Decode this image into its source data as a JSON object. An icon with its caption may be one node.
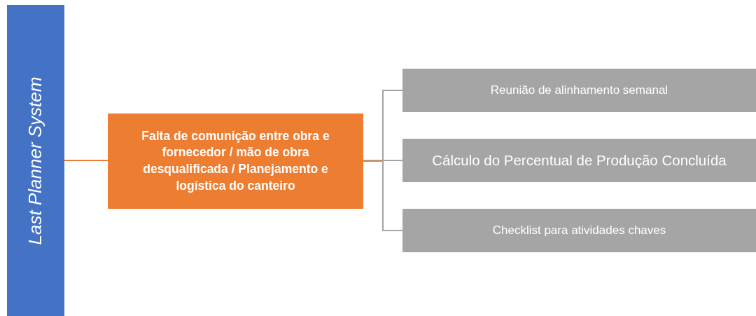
{
  "diagram": {
    "nodes": [
      {
        "text": [
          "Last Planner System"
        ]
      },
      {
        "text": [
          "Falta de comunição entre obra e fornecedor / mão de obra desqualificada / Planejamento e logística do canteiro"
        ]
      },
      {
        "text": [
          "Reunião de alinhamento semanal"
        ]
      },
      {
        "text": [
          "Cálculo do Percentual de Produção Concluída"
        ]
      },
      {
        "text": [
          "Checklist para atividades chaves"
        ]
      }
    ],
    "edges": [
      {
        "from": 0,
        "to": 1,
        "arrow": "none",
        "color": "#ed7d31"
      },
      {
        "from": 1,
        "to": 2,
        "arrow": "none"
      },
      {
        "from": 1,
        "to": 3,
        "arrow": "none"
      },
      {
        "from": 1,
        "to": 4,
        "arrow": "none"
      }
    ]
  }
}
